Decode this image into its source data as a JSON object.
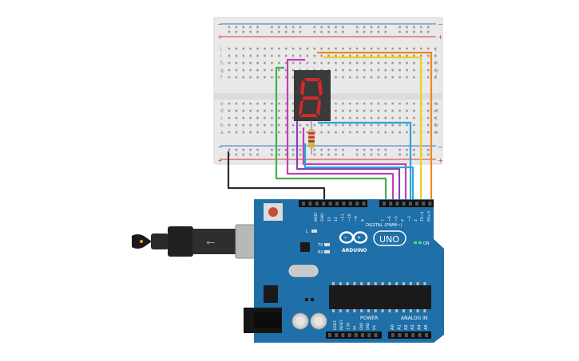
{
  "breadboard": {
    "top_plus": "+",
    "top_minus": "−",
    "bottom_plus": "+",
    "bottom_minus": "−",
    "row_letters_top": [
      "j",
      "i",
      "h",
      "g",
      "f"
    ],
    "row_letters_bottom": [
      "e",
      "d",
      "c",
      "b",
      "a"
    ],
    "column_count": 30
  },
  "display": {
    "digit": "8",
    "segment_color": "#d42a2a",
    "body_color": "#3a3a3a"
  },
  "arduino": {
    "brand": "ARDUINO",
    "model": "UNO",
    "digital_label": "DIGITAL (PWM~)",
    "power_label": "POWER",
    "analog_label": "ANALOG IN",
    "on_label": "ON",
    "tx_label": "TX",
    "rx_label": "RX",
    "l_label": "L",
    "header_top_labels": [
      "AREF",
      "GND",
      "13",
      "12",
      "~11",
      "~10",
      "~9",
      "8",
      "7",
      "~6",
      "~5",
      "4",
      "~3",
      "2",
      "TX→1",
      "RX←0"
    ],
    "power_labels": [
      "IOREF",
      "RESET",
      "3.3V",
      "5V",
      "GND",
      "GND",
      "Vin"
    ],
    "analog_labels": [
      "A0",
      "A1",
      "A2",
      "A3",
      "A4",
      "A5"
    ],
    "board_color": "#1f6fa8"
  },
  "wires": {
    "colors": {
      "black": "#2b2b2b",
      "green": "#3db34a",
      "magenta": "#c23fb4",
      "purple": "#8a3fb8",
      "blue": "#2aa6d6",
      "yellow": "#e8d21e",
      "orange": "#f08a16"
    }
  }
}
